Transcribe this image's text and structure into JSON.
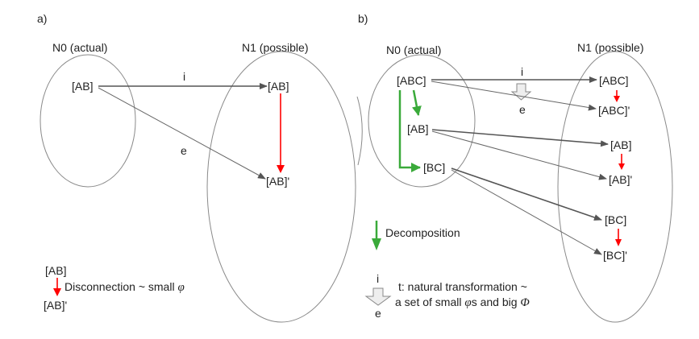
{
  "panel_a": {
    "label": "a)",
    "n0_title": "N0 (actual)",
    "n1_title": "N1 (possible)",
    "n0_node": "[AB]",
    "n1_node": "[AB]",
    "n1_node_prime": "[AB]'",
    "edge_i": "i",
    "edge_e": "e",
    "legend": {
      "top": "[AB]",
      "bottom": "[AB]'",
      "text": "Disconnection ~ small ",
      "symbol": "φ"
    }
  },
  "panel_b": {
    "label": "b)",
    "n0_title": "N0 (actual)",
    "n1_title": "N1 (possible)",
    "n0_nodes": [
      "[ABC]",
      "[AB]",
      "[BC]"
    ],
    "n1_nodes": [
      "[ABC]",
      "[ABC]'",
      "[AB]",
      "[AB]'",
      "[BC]",
      "[BC]'"
    ],
    "edge_i": "i",
    "edge_e": "e",
    "legend_decomposition": "Decomposition",
    "legend_t_i": "i",
    "legend_t_e": "e",
    "legend_t_line1": "t: natural transformation ~",
    "legend_t_line2_a": "a set of small ",
    "legend_t_phi_small": "φ",
    "legend_t_line2_b": "s and big ",
    "legend_t_phi_big": "Φ"
  },
  "colors": {
    "ellipse": "#8a8a8a",
    "arrow": "#555555",
    "disconnection": "#ff0000",
    "decomposition": "#3aaa3a",
    "transform_fill": "#eeeeee"
  }
}
